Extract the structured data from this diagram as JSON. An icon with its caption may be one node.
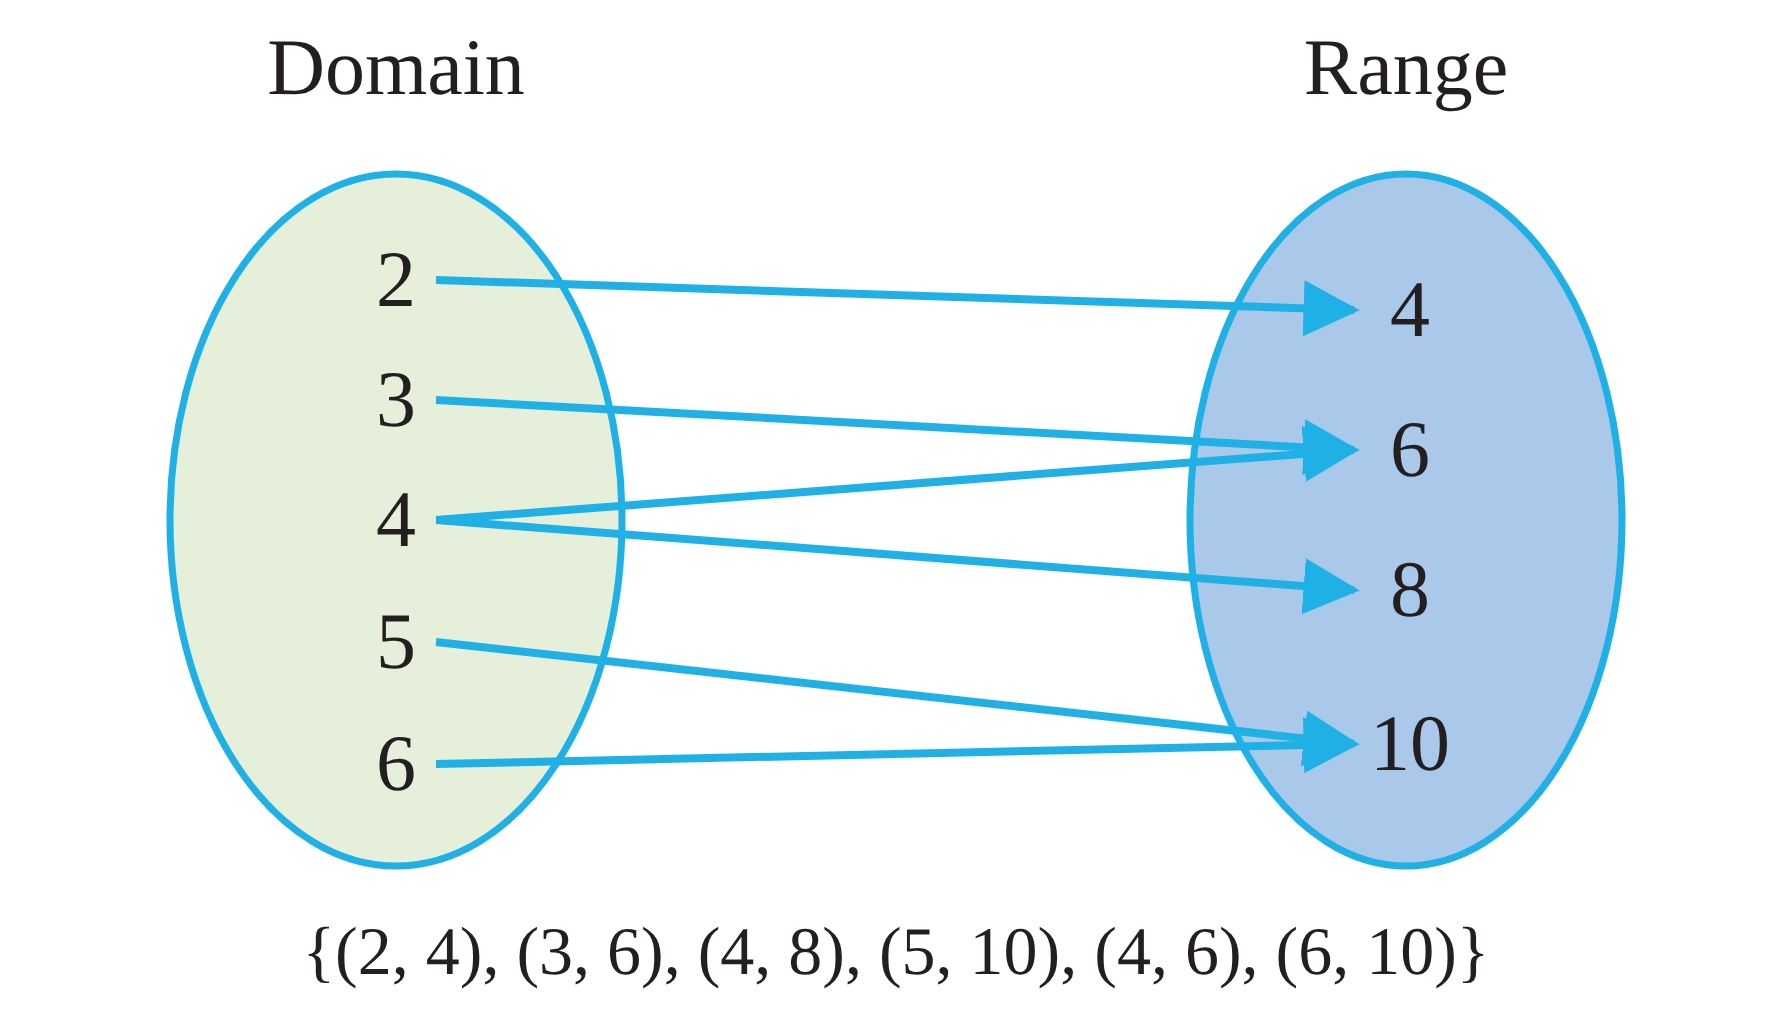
{
  "diagram": {
    "nodes": [
      {
        "text": [
          "Domain"
        ]
      },
      {
        "text": [
          "2"
        ],
        "in": 0
      },
      {
        "text": [
          "3"
        ],
        "in": 0
      },
      {
        "text": [
          "4"
        ],
        "in": 0
      },
      {
        "text": [
          "5"
        ],
        "in": 0
      },
      {
        "text": [
          "6"
        ],
        "in": 0
      },
      {
        "text": [
          "Range"
        ]
      },
      {
        "text": [
          "4"
        ],
        "in": 6
      },
      {
        "text": [
          "6"
        ],
        "in": 6
      },
      {
        "text": [
          "8"
        ],
        "in": 6
      },
      {
        "text": [
          "10"
        ],
        "in": 6
      }
    ],
    "edges": [
      {
        "from": 1,
        "to": 7,
        "arrow": "to"
      },
      {
        "from": 2,
        "to": 8,
        "arrow": "to"
      },
      {
        "from": 3,
        "to": 8,
        "arrow": "to"
      },
      {
        "from": 3,
        "to": 9,
        "arrow": "to"
      },
      {
        "from": 4,
        "to": 10,
        "arrow": "to"
      },
      {
        "from": 5,
        "to": 10,
        "arrow": "to"
      }
    ],
    "labels": [
      "{(2, 4), (3, 6), (4, 8), (5, 10), (4, 6), (6, 10)}"
    ]
  }
}
